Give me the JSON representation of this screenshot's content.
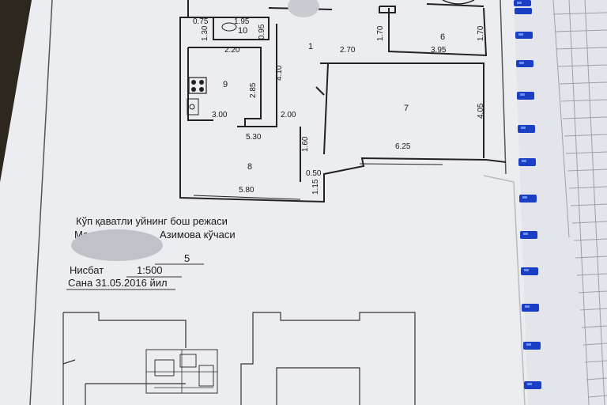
{
  "colors": {
    "paper": "#ecedf0",
    "background_page": "#e3e5ea",
    "binding_blue": "#1a3fc4",
    "desk": "#3a3128",
    "ink": "#1a1a1a"
  },
  "plan": {
    "rooms": [
      {
        "num": "1"
      },
      {
        "num": "6"
      },
      {
        "num": "7"
      },
      {
        "num": "8"
      },
      {
        "num": "9"
      },
      {
        "num": "10"
      }
    ],
    "dimensions": {
      "d_075": "0.75",
      "d_195": "1.95",
      "d_130": "1.30",
      "d_095": "0.95",
      "d_220": "2.20",
      "d_410": "4.10",
      "d_170a": "1.70",
      "d_270": "2.70",
      "d_395": "3.95",
      "d_170b": "1.70",
      "d_285": "2.85",
      "d_405": "4.05",
      "d_300": "3.00",
      "d_200": "2.00",
      "d_530": "5.30",
      "d_625": "6.25",
      "d_160": "1.60",
      "d_050": "0.50",
      "d_115": "1.15",
      "d_580": "5.80"
    }
  },
  "caption": {
    "title": "Кўп қаватли уйнинг бош режаси",
    "address_prefix": "Манзил: С",
    "address_suffix": "Азимова кўчаси",
    "floor_value": "5",
    "scale_label": "Нисбат",
    "scale_value": "1:500",
    "date_text": "Сана 31.05.2016 йил"
  }
}
